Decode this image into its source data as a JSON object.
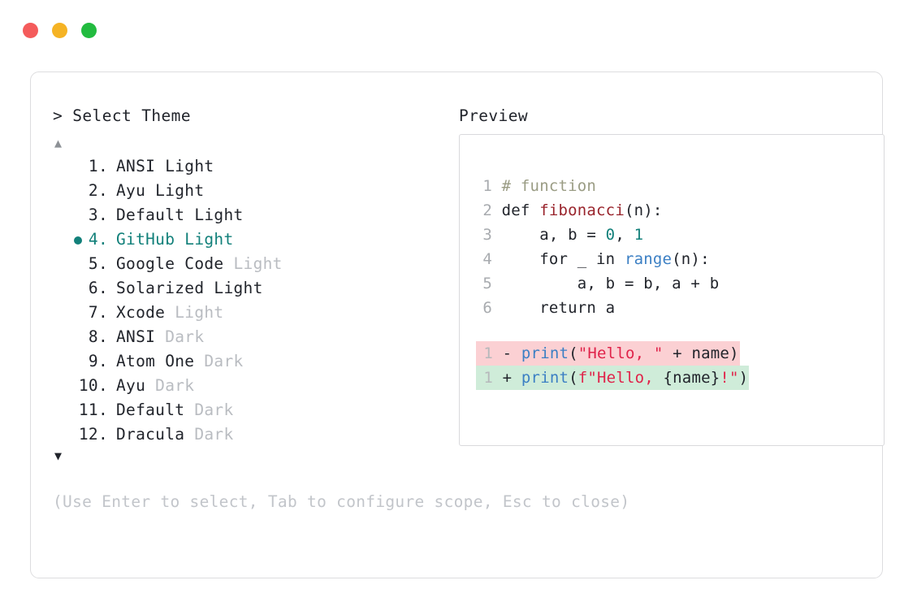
{
  "window": {
    "dots": [
      {
        "name": "close-dot",
        "color": "#f45b5b"
      },
      {
        "name": "minimize-dot",
        "color": "#f5b324"
      },
      {
        "name": "maximize-dot",
        "color": "#22bb3f"
      }
    ]
  },
  "prompt": {
    "header": "> Select Theme",
    "preview_header": "Preview",
    "scroll_up": "▲",
    "scroll_down": "▼",
    "hint": "(Use Enter to select, Tab to configure scope, Esc to close)",
    "selected_index": 4,
    "accent": "#12807a",
    "bullet": "●"
  },
  "themes": [
    {
      "num": "1.",
      "name": "ANSI",
      "variant": "Light",
      "variant_dim": false,
      "selected": false
    },
    {
      "num": "2.",
      "name": "Ayu",
      "variant": "Light",
      "variant_dim": false,
      "selected": false
    },
    {
      "num": "3.",
      "name": "Default",
      "variant": "Light",
      "variant_dim": false,
      "selected": false
    },
    {
      "num": "4.",
      "name": "GitHub",
      "variant": "Light",
      "variant_dim": false,
      "selected": true
    },
    {
      "num": "5.",
      "name": "Google Code",
      "variant": "Light",
      "variant_dim": true,
      "selected": false
    },
    {
      "num": "6.",
      "name": "Solarized",
      "variant": "Light",
      "variant_dim": false,
      "selected": false
    },
    {
      "num": "7.",
      "name": "Xcode",
      "variant": "Light",
      "variant_dim": true,
      "selected": false
    },
    {
      "num": "8.",
      "name": "ANSI",
      "variant": "Dark",
      "variant_dim": true,
      "selected": false
    },
    {
      "num": "9.",
      "name": "Atom One",
      "variant": "Dark",
      "variant_dim": true,
      "selected": false
    },
    {
      "num": "10.",
      "name": "Ayu",
      "variant": "Dark",
      "variant_dim": true,
      "selected": false
    },
    {
      "num": "11.",
      "name": "Default",
      "variant": "Dark",
      "variant_dim": true,
      "selected": false
    },
    {
      "num": "12.",
      "name": "Dracula",
      "variant": "Dark",
      "variant_dim": true,
      "selected": false
    }
  ],
  "preview": {
    "lines": [
      {
        "gutter": "1",
        "tokens": [
          {
            "t": "# function",
            "c": "comment"
          }
        ]
      },
      {
        "gutter": "2",
        "tokens": [
          {
            "t": "def ",
            "c": ""
          },
          {
            "t": "fibonacci",
            "c": "func"
          },
          {
            "t": "(n):",
            "c": ""
          }
        ]
      },
      {
        "gutter": "3",
        "tokens": [
          {
            "t": "    a, b = ",
            "c": ""
          },
          {
            "t": "0",
            "c": "num"
          },
          {
            "t": ", ",
            "c": ""
          },
          {
            "t": "1",
            "c": "num"
          }
        ]
      },
      {
        "gutter": "4",
        "tokens": [
          {
            "t": "    for _ in ",
            "c": ""
          },
          {
            "t": "range",
            "c": "builtin"
          },
          {
            "t": "(n):",
            "c": ""
          }
        ]
      },
      {
        "gutter": "5",
        "tokens": [
          {
            "t": "        a, b = b, a + b",
            "c": ""
          }
        ]
      },
      {
        "gutter": "6",
        "tokens": [
          {
            "t": "    return a",
            "c": ""
          }
        ]
      }
    ],
    "diff": [
      {
        "kind": "del",
        "gutter": "1",
        "tokens": [
          {
            "t": " - ",
            "c": ""
          },
          {
            "t": "print",
            "c": "builtin"
          },
          {
            "t": "(",
            "c": ""
          },
          {
            "t": "\"Hello, \"",
            "c": "str"
          },
          {
            "t": " + name)",
            "c": ""
          }
        ]
      },
      {
        "kind": "add",
        "gutter": "1",
        "tokens": [
          {
            "t": " + ",
            "c": ""
          },
          {
            "t": "print",
            "c": "builtin"
          },
          {
            "t": "(",
            "c": ""
          },
          {
            "t": "f\"Hello, ",
            "c": "str"
          },
          {
            "t": "{name}",
            "c": ""
          },
          {
            "t": "!\"",
            "c": "str"
          },
          {
            "t": ")",
            "c": ""
          }
        ]
      }
    ]
  }
}
